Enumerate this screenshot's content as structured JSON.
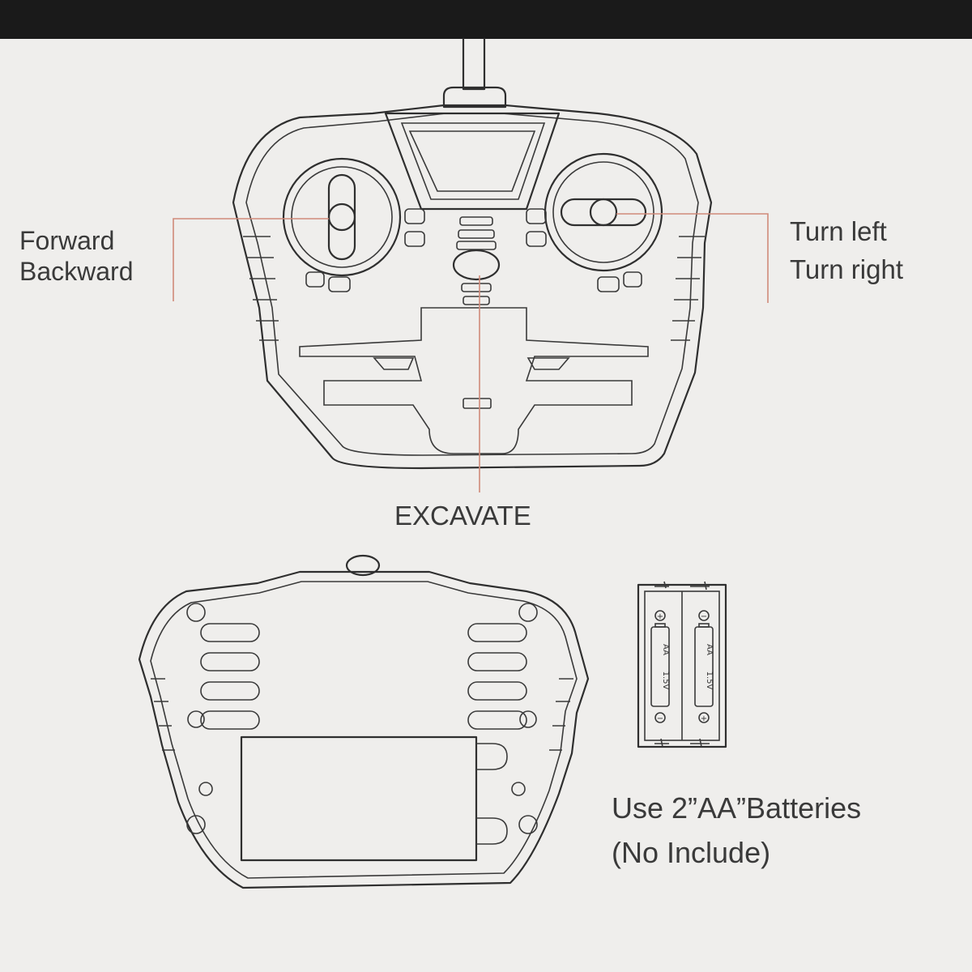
{
  "labels": {
    "forward": "Forward",
    "backward": "Backward",
    "turn_left": "Turn left",
    "turn_right": "Turn right",
    "excavate": "EXCAVATE",
    "batteries_line1": "Use 2”AA”Batteries",
    "batteries_line2": "(No Include)"
  },
  "battery": {
    "type": "AA",
    "voltage": "1.5V",
    "plus": "+",
    "minus": "−"
  },
  "colors": {
    "background": "#efeeec",
    "top_bar": "#1a1a1a",
    "line": "#2f2f2f",
    "leader_line": "#d08a7a",
    "text": "#3a3a3a"
  }
}
